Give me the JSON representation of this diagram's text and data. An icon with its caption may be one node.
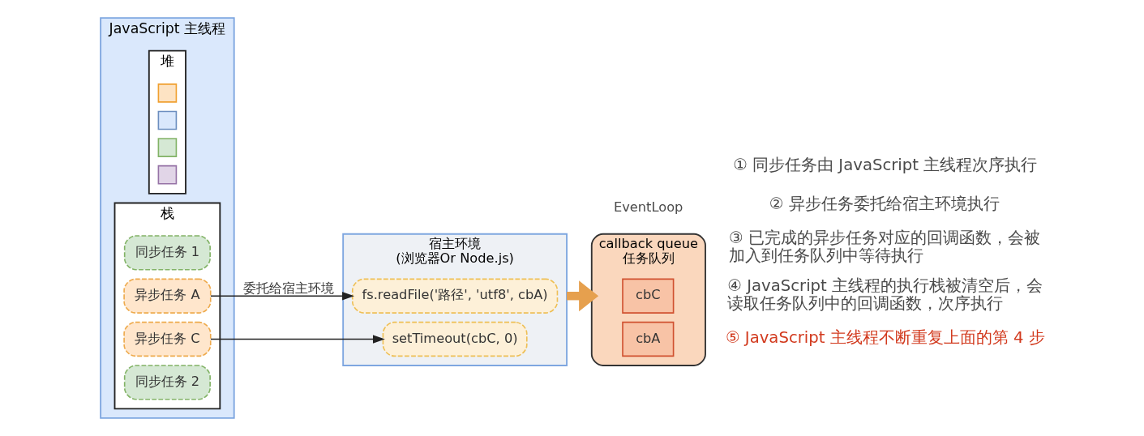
{
  "diagram": {
    "nodes": [
      {
        "text": [
          "JavaScript 主线程"
        ]
      },
      {
        "text": [
          "堆"
        ],
        "in": 0
      },
      {
        "text": [],
        "shape": "box",
        "in": 1
      },
      {
        "text": [],
        "shape": "box",
        "in": 1
      },
      {
        "text": [],
        "shape": "box",
        "in": 1
      },
      {
        "text": [],
        "shape": "box",
        "in": 1
      },
      {
        "text": [
          "栈"
        ],
        "in": 0
      },
      {
        "text": [
          "同步任务 1"
        ],
        "in": 6
      },
      {
        "text": [
          "异步任务 A"
        ],
        "in": 6
      },
      {
        "text": [
          "异步任务 C"
        ],
        "in": 6
      },
      {
        "text": [
          "同步任务 2"
        ],
        "in": 6
      },
      {
        "text": [
          "宿主环境",
          "(浏览器Or Node.js)"
        ]
      },
      {
        "text": [
          "fs.readFile('路径', 'utf8', cbA)"
        ],
        "in": 11
      },
      {
        "text": [
          "setTimeout(cbC, 0)"
        ],
        "in": 11
      },
      {
        "text": [
          "callback queue",
          "任务队列"
        ]
      },
      {
        "text": [
          "cbC"
        ],
        "in": 14
      },
      {
        "text": [
          "cbA"
        ],
        "in": 14
      }
    ],
    "edges": [
      {
        "from": 8,
        "to": 12,
        "arrow": "to",
        "label": "委托给宿主环境"
      },
      {
        "from": 9,
        "to": 13,
        "arrow": "to"
      },
      {
        "from": 11,
        "to": 14,
        "arrow": "to",
        "style": "thick",
        "color": "#e6a04e"
      }
    ],
    "labels": [
      "EventLoop",
      "① 同步任务由 JavaScript 主线程次序执行",
      "② 异步任务委托给宿主环境执行",
      "③ 已完成的异步任务对应的回调函数，会被加入到任务队列中等待执行",
      "④ JavaScript 主线程的执行栈被清空后，会读取任务队列中的回调函数，次序执行",
      "⑤ JavaScript 主线程不断重复上面的第 4 步"
    ]
  }
}
